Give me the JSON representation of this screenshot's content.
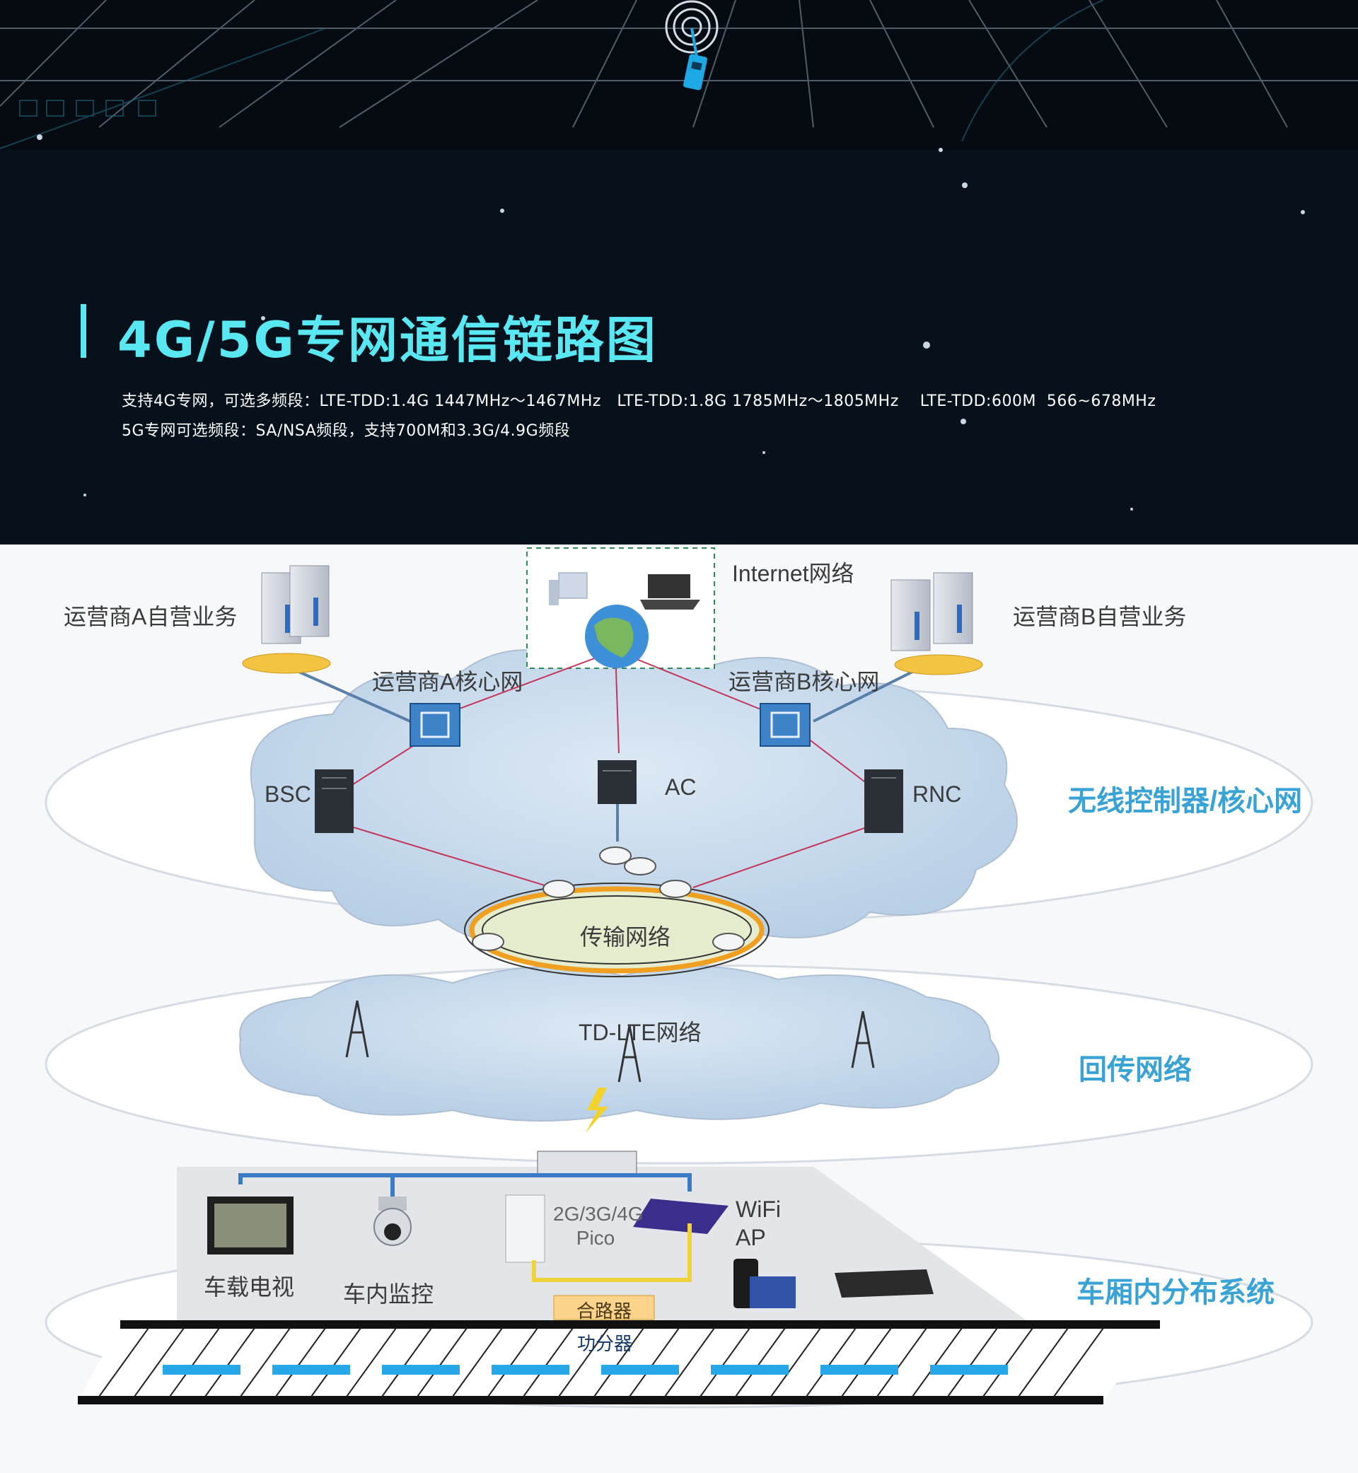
{
  "header": {
    "title": "4G/5G专网通信链路图",
    "line1": "支持4G专网，可选多频段：LTE-TDD:1.4G 1447MHz～1467MHz   LTE-TDD:1.8G 1785MHz～1805MHz    LTE-TDD:600M  566~678MHz",
    "line2": "5G专网可选频段：SA/NSA频段，支持700M和3.3G/4.9G频段"
  },
  "diagram": {
    "internet": "Internet网络",
    "op_a_service": "运营商A自营业务",
    "op_b_service": "运营商B自营业务",
    "op_a_core": "运营商A核心网",
    "op_b_core": "运营商B核心网",
    "bsc": "BSC",
    "ac": "AC",
    "rnc": "RNC",
    "layer1": "无线控制器/核心网",
    "transport": "传输网络",
    "td_lte": "TD-LTE网络",
    "layer2": "回传网络",
    "pico": "2G/3G/4G Pico",
    "wifi": "WiFi AP",
    "tv": "车载电视",
    "monitor": "车内监控",
    "combiner": "合路器",
    "splitter": "功分器",
    "layer3": "车厢内分布系统"
  },
  "colors": {
    "accent": "#59e7f1",
    "layer_label": "#3aa3d6",
    "link": "#c4365a",
    "ring": "#f0a020"
  }
}
